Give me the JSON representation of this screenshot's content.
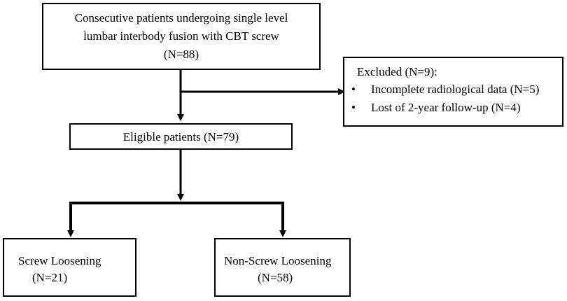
{
  "flowchart": {
    "start": {
      "lines": [
        "Consecutive patients undergoing single level",
        "lumbar interbody fusion with CBT screw",
        "(N=88)"
      ]
    },
    "excluded": {
      "title": "Excluded (N=9):",
      "items": [
        "Incomplete radiological data (N=5)",
        "Lost of 2-year follow-up (N=4)"
      ]
    },
    "eligible": {
      "label": "Eligible patients (N=79)"
    },
    "screw_loosening": {
      "label": "Screw Loosening",
      "count": "(N=21)"
    },
    "non_screw_loosening": {
      "label": "Non-Screw Loosening",
      "count": "(N=58)"
    }
  }
}
